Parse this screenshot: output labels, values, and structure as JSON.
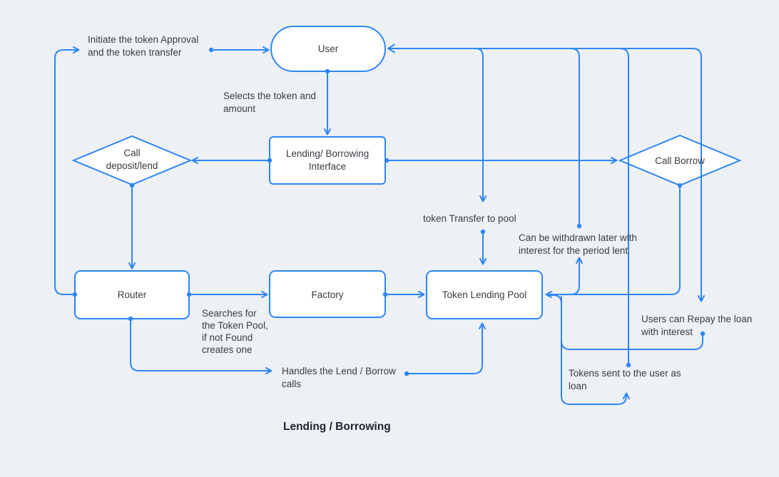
{
  "diagram_title": "Lending / Borrowing",
  "colors": {
    "edge_blue": "#2e86f6",
    "node_fill": "#ffffff",
    "label_text": "#383d45",
    "title_text": "#1b2433",
    "background": "#edf0f4"
  },
  "nodes": {
    "user": {
      "label": "User"
    },
    "lending_borrowing_interface": {
      "line1": "Lending/ Borrowing",
      "line2": "Interface"
    },
    "call_deposit_lend": {
      "line1": "Call",
      "line2": "deposit/lend"
    },
    "call_borrow": {
      "label": "Call Borrow"
    },
    "router": {
      "label": "Router"
    },
    "factory": {
      "label": "Factory"
    },
    "token_lending_pool": {
      "label": "Token Lending Pool"
    }
  },
  "edge_labels": {
    "initiate_approval": {
      "line1": "Initiate the token Approval",
      "line2": "and the token transfer"
    },
    "selects_token": {
      "line1": "Selects the token and",
      "line2": "amount"
    },
    "token_transfer_to_pool": {
      "line1": "token Transfer to pool"
    },
    "withdrawn_later": {
      "line1": "Can be withdrawn later with",
      "line2": "interest for the period lent"
    },
    "searches_for_pool": {
      "line1": "Searches for",
      "line2": "the Token Pool,",
      "line3": "if not Found",
      "line4": "creates one"
    },
    "handles_calls": {
      "line1": "Handles the Lend / Borrow",
      "line2": "calls"
    },
    "users_repay": {
      "line1": "Users can Repay the loan",
      "line2": "with interest"
    },
    "tokens_sent": {
      "line1": "Tokens sent to the user as",
      "line2": "loan"
    }
  }
}
